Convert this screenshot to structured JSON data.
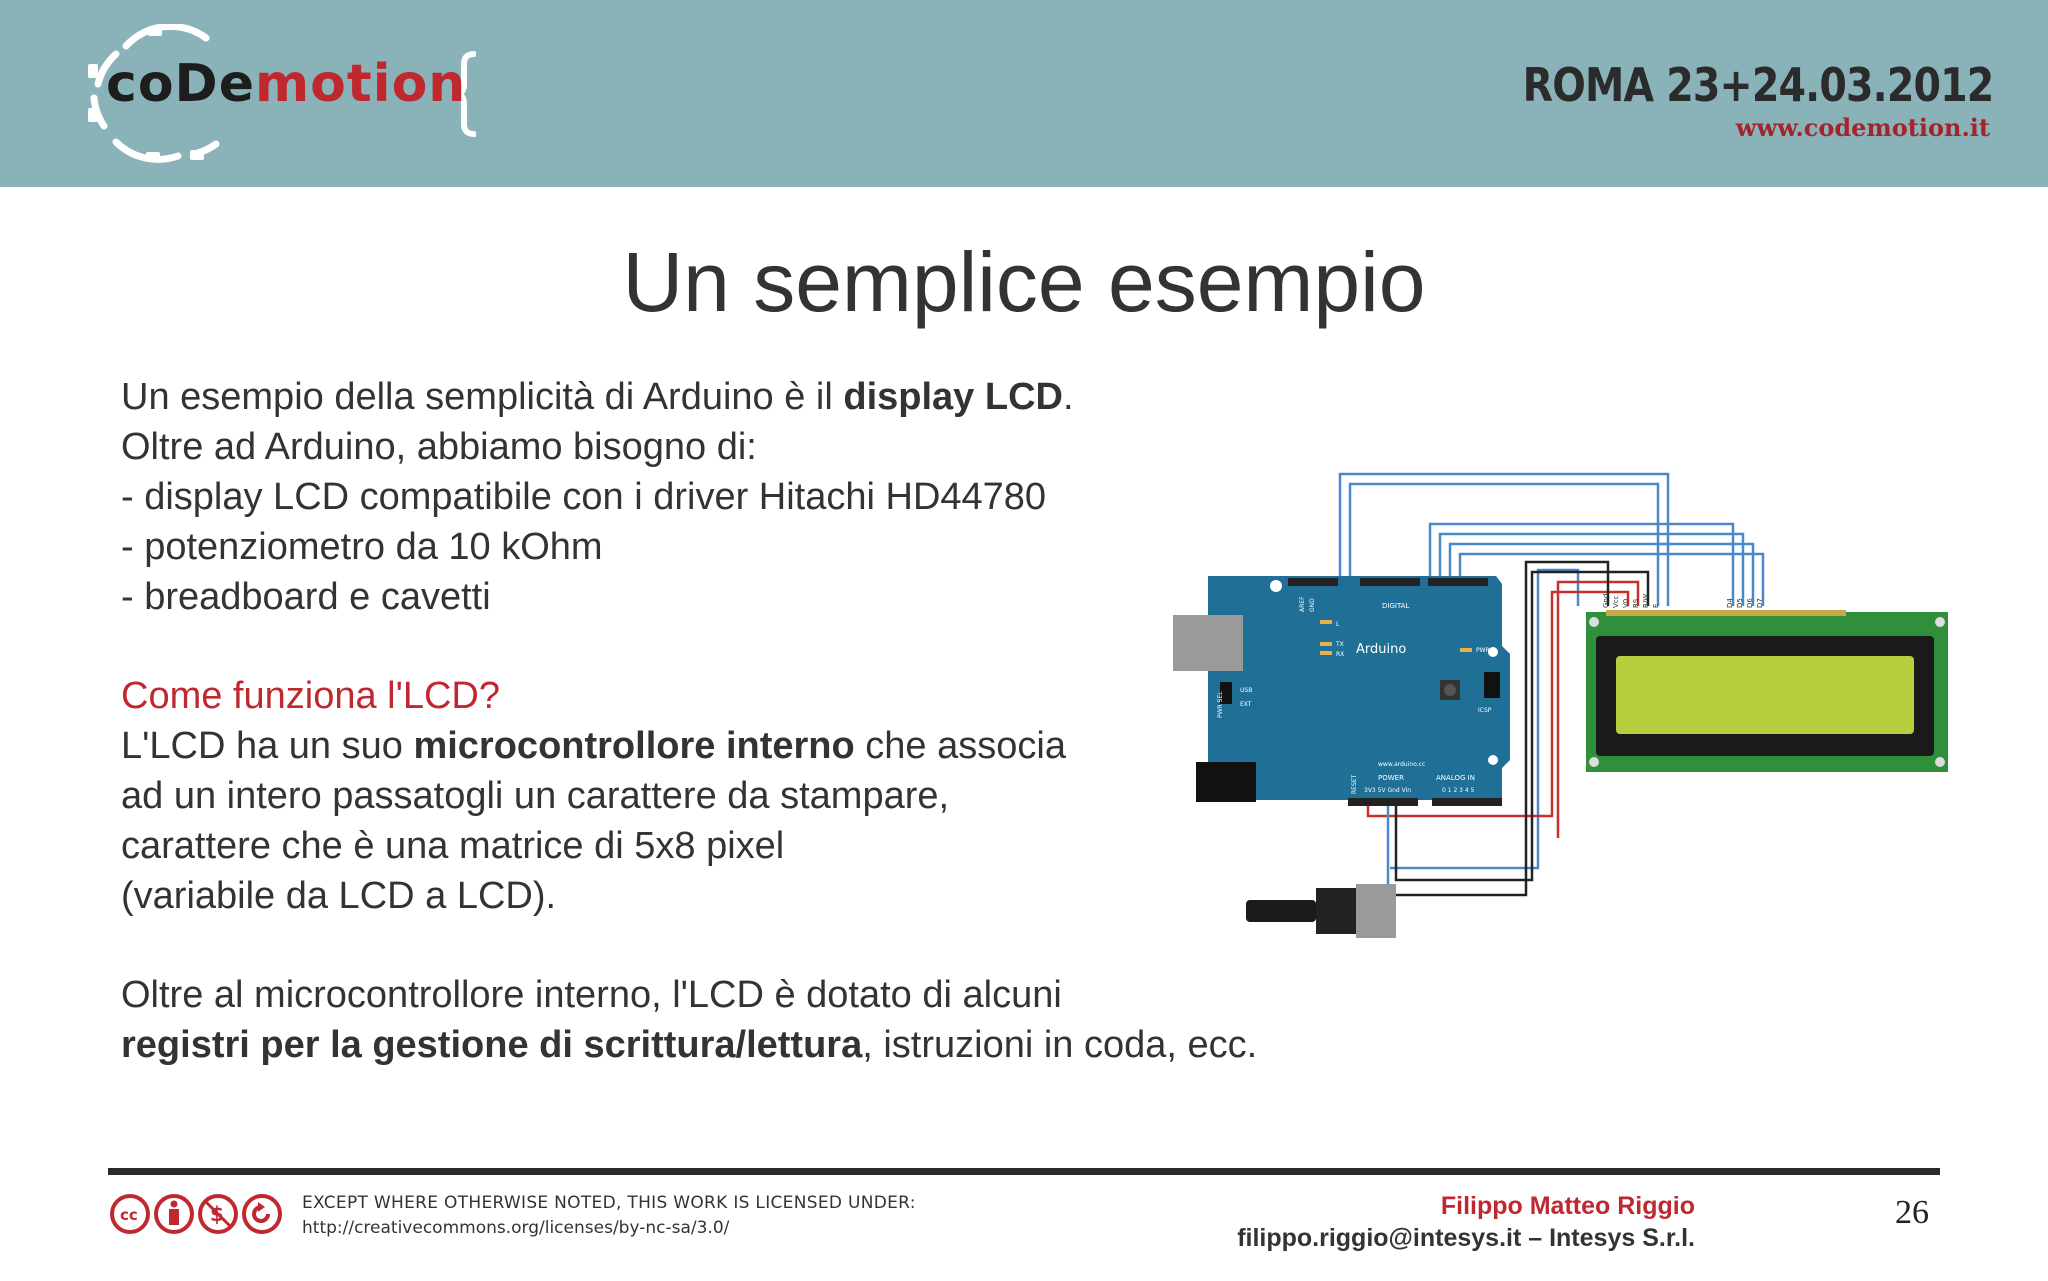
{
  "header": {
    "logo_text_dark": "coDe",
    "logo_text_red": "motion",
    "logo_brace": "}",
    "event_date": "ROMA 23+24.03.2012",
    "event_url": "www.codemotion.it"
  },
  "slide": {
    "title": "Un semplice esempio",
    "intro": {
      "line1_pre": "Un esempio della semplicità di Arduino è il ",
      "line1_bold": "display LCD",
      "line1_post": ".",
      "line2": "Oltre ad Arduino, abbiamo bisogno di:",
      "line3": "- display LCD compatibile con i driver Hitachi HD44780",
      "line4": "- potenziometro da 10 kOhm",
      "line5": "- breadboard e cavetti"
    },
    "how": {
      "heading": "Come funziona l'LCD?",
      "line1_pre": "L'LCD ha un suo ",
      "line1_bold": "microcontrollore interno",
      "line1_post": " che associa",
      "line2": "ad un intero passatogli un carattere da stampare,",
      "line3": "carattere che è una matrice di 5x8 pixel",
      "line4": "(variabile da LCD a LCD)."
    },
    "outro": {
      "line1": "Oltre al microcontrollore interno, l'LCD è dotato di alcuni",
      "line2_bold": "registri per la gestione di scrittura/lettura",
      "line2_post": ", istruzioni in coda, ecc."
    }
  },
  "diagram": {
    "board_label": "Arduino",
    "board_url": "www.arduino.cc",
    "digital_label": "DIGITAL",
    "analog_label": "ANALOG IN",
    "power_label": "POWER",
    "aref_label": "AREF",
    "gnd_label": "GND",
    "usb_label": "USB",
    "ext_label": "EXT",
    "pwr_sel_label": "PWR SEL",
    "icsp_label": "ICSP",
    "pwr_label": "PWR",
    "tx_label": "TX",
    "rx_label": "RX",
    "l_label": "L",
    "reset_label": "RESET",
    "power_pins": "3V3 5V Gnd Vin",
    "analog_pins": "0 1 2 3 4 5",
    "lcd_pin_labels": [
      "Gnd",
      "Vcc",
      "V0",
      "RS",
      "R/W",
      "E",
      "D4",
      "D5",
      "D6",
      "D7"
    ],
    "colors": {
      "board": "#1f6f96",
      "lcd_pcb": "#2f8f3a",
      "lcd_screen": "#b6cf3e",
      "wire_blue": "#4a89c9",
      "wire_red": "#c8302e",
      "wire_black": "#222222"
    }
  },
  "footer": {
    "license_line1": "EXCEPT WHERE OTHERWISE NOTED, THIS WORK IS LICENSED UNDER:",
    "license_line2": "http://creativecommons.org/licenses/by-nc-sa/3.0/",
    "author_name": "Filippo Matteo Riggio",
    "author_contact": "filippo.riggio@intesys.it – Intesys S.r.l.",
    "page_number": "26",
    "cc_icons": [
      "cc-icon",
      "by-icon",
      "nc-icon",
      "sa-icon"
    ]
  }
}
